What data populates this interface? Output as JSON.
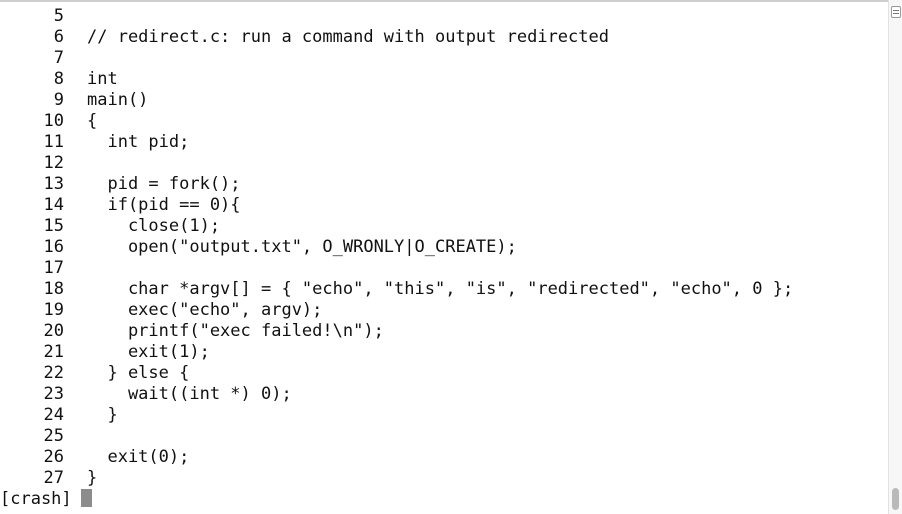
{
  "editor": {
    "lines": [
      {
        "num": "5",
        "text": ""
      },
      {
        "num": "6",
        "text": "// redirect.c: run a command with output redirected"
      },
      {
        "num": "7",
        "text": ""
      },
      {
        "num": "8",
        "text": "int"
      },
      {
        "num": "9",
        "text": "main()"
      },
      {
        "num": "10",
        "text": "{"
      },
      {
        "num": "11",
        "text": "  int pid;"
      },
      {
        "num": "12",
        "text": ""
      },
      {
        "num": "13",
        "text": "  pid = fork();"
      },
      {
        "num": "14",
        "text": "  if(pid == 0){"
      },
      {
        "num": "15",
        "text": "    close(1);"
      },
      {
        "num": "16",
        "text": "    open(\"output.txt\", O_WRONLY|O_CREATE);"
      },
      {
        "num": "17",
        "text": ""
      },
      {
        "num": "18",
        "text": "    char *argv[] = { \"echo\", \"this\", \"is\", \"redirected\", \"echo\", 0 };"
      },
      {
        "num": "19",
        "text": "    exec(\"echo\", argv);"
      },
      {
        "num": "20",
        "text": "    printf(\"exec failed!\\n\");"
      },
      {
        "num": "21",
        "text": "    exit(1);"
      },
      {
        "num": "22",
        "text": "  } else {"
      },
      {
        "num": "23",
        "text": "    wait((int *) 0);"
      },
      {
        "num": "24",
        "text": "  }"
      },
      {
        "num": "25",
        "text": ""
      },
      {
        "num": "26",
        "text": "  exit(0);"
      },
      {
        "num": "27",
        "text": "}"
      }
    ]
  },
  "prompt": {
    "text": "[crash]"
  },
  "icons": {
    "scroll_menu": "scrollbar-menu-icon",
    "cursor": "block-cursor"
  },
  "colors": {
    "background": "#ffffff",
    "text": "#111111",
    "cursor": "#8c8c8c"
  }
}
